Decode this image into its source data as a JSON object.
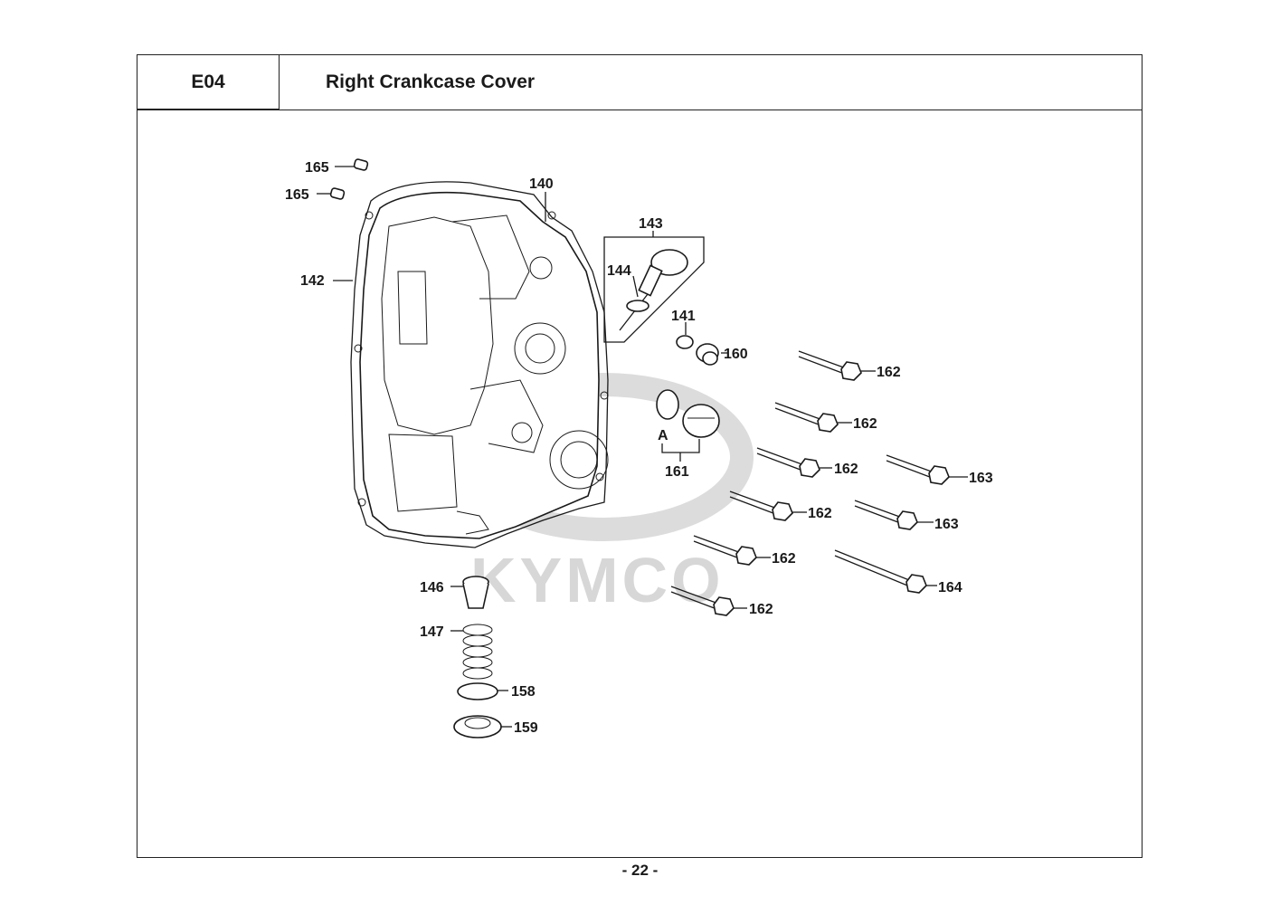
{
  "header": {
    "section_code": "E04",
    "title": "Right Crankcase Cover"
  },
  "watermark": {
    "brand": "KYMCO",
    "color": "#d7d7d7"
  },
  "callouts": {
    "c140": "140",
    "c141": "141",
    "c142": "142",
    "c143": "143",
    "c144": "144",
    "c146": "146",
    "c147": "147",
    "c158": "158",
    "c159": "159",
    "c160": "160",
    "c161": "161",
    "c161_ref": "A",
    "c162a": "162",
    "c162b": "162",
    "c162c": "162",
    "c162d": "162",
    "c162e": "162",
    "c162f": "162",
    "c163a": "163",
    "c163b": "163",
    "c164": "164",
    "c165a": "165",
    "c165b": "165"
  },
  "footer": {
    "page_number": "- 22 -"
  }
}
